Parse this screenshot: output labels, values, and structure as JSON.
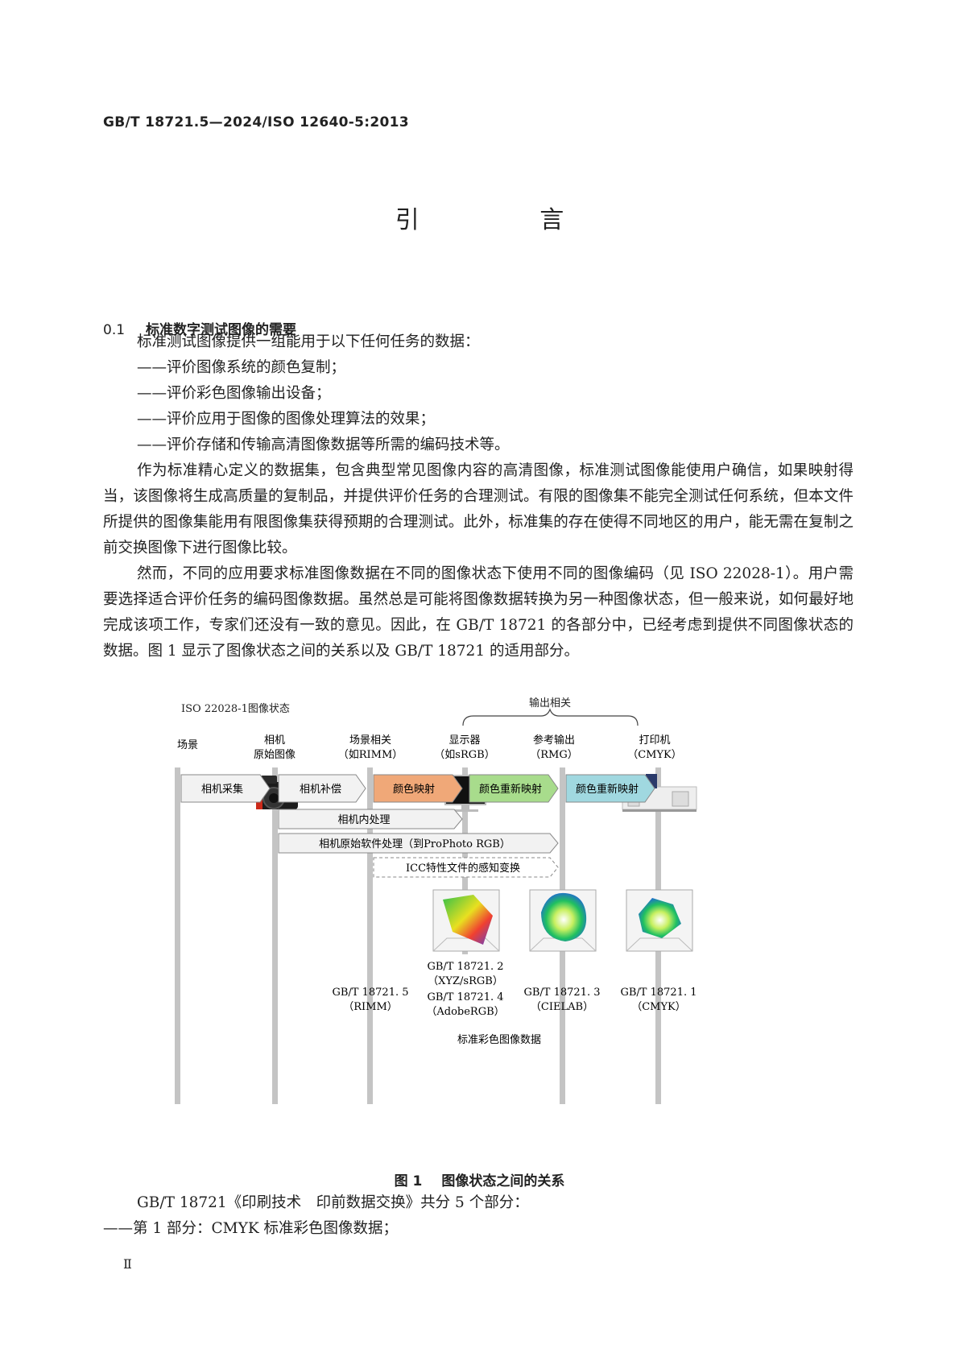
{
  "header": {
    "standard_no": "GB/T 18721.5—2024/ISO 12640-5:2013"
  },
  "title": "引 言",
  "section": {
    "number": "0.1",
    "title": "标准数字测试图像的需要"
  },
  "intro": "标准测试图像提供一组能用于以下任何任务的数据：",
  "tasks": [
    "——评价图像系统的颜色复制；",
    "——评价彩色图像输出设备；",
    "——评价应用于图像的图像处理算法的效果；",
    "——评价存储和传输高清图像数据等所需的编码技术等。"
  ],
  "paragraphs": [
    "作为标准精心定义的数据集，包含典型常见图像内容的高清图像，标准测试图像能使用户确信，如果映射得当，该图像将生成高质量的复制品，并提供评价任务的合理测试。有限的图像集不能完全测试任何系统，但本文件所提供的图像集能用有限图像集获得预期的合理测试。此外，标准集的存在使得不同地区的用户，能无需在复制之前交换图像下进行图像比较。",
    "然而，不同的应用要求标准图像数据在不同的图像状态下使用不同的图像编码（见 ISO 22028-1）。用户需要选择适合评价任务的编码图像数据。虽然总是可能将图像数据转换为另一种图像状态，但一般来说，如何最好地完成该项工作，专家们还没有一致的意见。因此，在 GB/T 18721 的各部分中，已经考虑到提供不同图像状态的数据。图 1 显示了图像状态之间的关系以及 GB/T 18721 的适用部分。"
  ],
  "figure": {
    "top_left_label": "ISO 22028-1图像状态",
    "brace_label": "输出相关",
    "columns": [
      {
        "line1": "场景",
        "line2": ""
      },
      {
        "line1": "相机",
        "line2": "原始图像"
      },
      {
        "line1": "场景相关",
        "line2": "（如RIMM）"
      },
      {
        "line1": "显示器",
        "line2": "（如sRGB）"
      },
      {
        "line1": "参考输出",
        "line2": "（RMG）"
      },
      {
        "line1": "打印机",
        "line2": "（CMYK）"
      }
    ],
    "arrows": [
      "相机采集",
      "相机补偿",
      "颜色映射",
      "颜色重新映射",
      "颜色重新映射"
    ],
    "arrow_colors": [
      "#f2f2f2",
      "#f2f2f2",
      "#f0a878",
      "#a8dc8c",
      "#a0d8e0"
    ],
    "bars": [
      "相机内处理",
      "相机原始软件处理（到ProPhoto RGB）",
      "ICC特性文件的感知变换"
    ],
    "parts": [
      {
        "lines": [
          "GB/T 18721. 5",
          "（RIMM）"
        ]
      },
      {
        "lines": [
          "GB/T 18721. 2",
          "（XYZ/sRGB）",
          "GB/T 18721. 4",
          "（AdobeRGB）"
        ]
      },
      {
        "lines": [
          "GB/T 18721. 3",
          "（CIELAB）"
        ]
      },
      {
        "lines": [
          "GB/T 18721. 1",
          "（CMYK）"
        ]
      }
    ],
    "bottom_label": "标准彩色图像数据",
    "icons": [
      "camera-icon",
      "monitor-icon",
      "printer-icon"
    ]
  },
  "figure_caption": {
    "number": "图 1",
    "text": "图像状态之间的关系"
  },
  "parts_intro": "GB/T 18721《印刷技术　印前数据交换》共分 5 个部分：",
  "part_items": [
    "——第 1 部分：CMYK 标准彩色图像数据；"
  ],
  "page_number": "Ⅱ"
}
